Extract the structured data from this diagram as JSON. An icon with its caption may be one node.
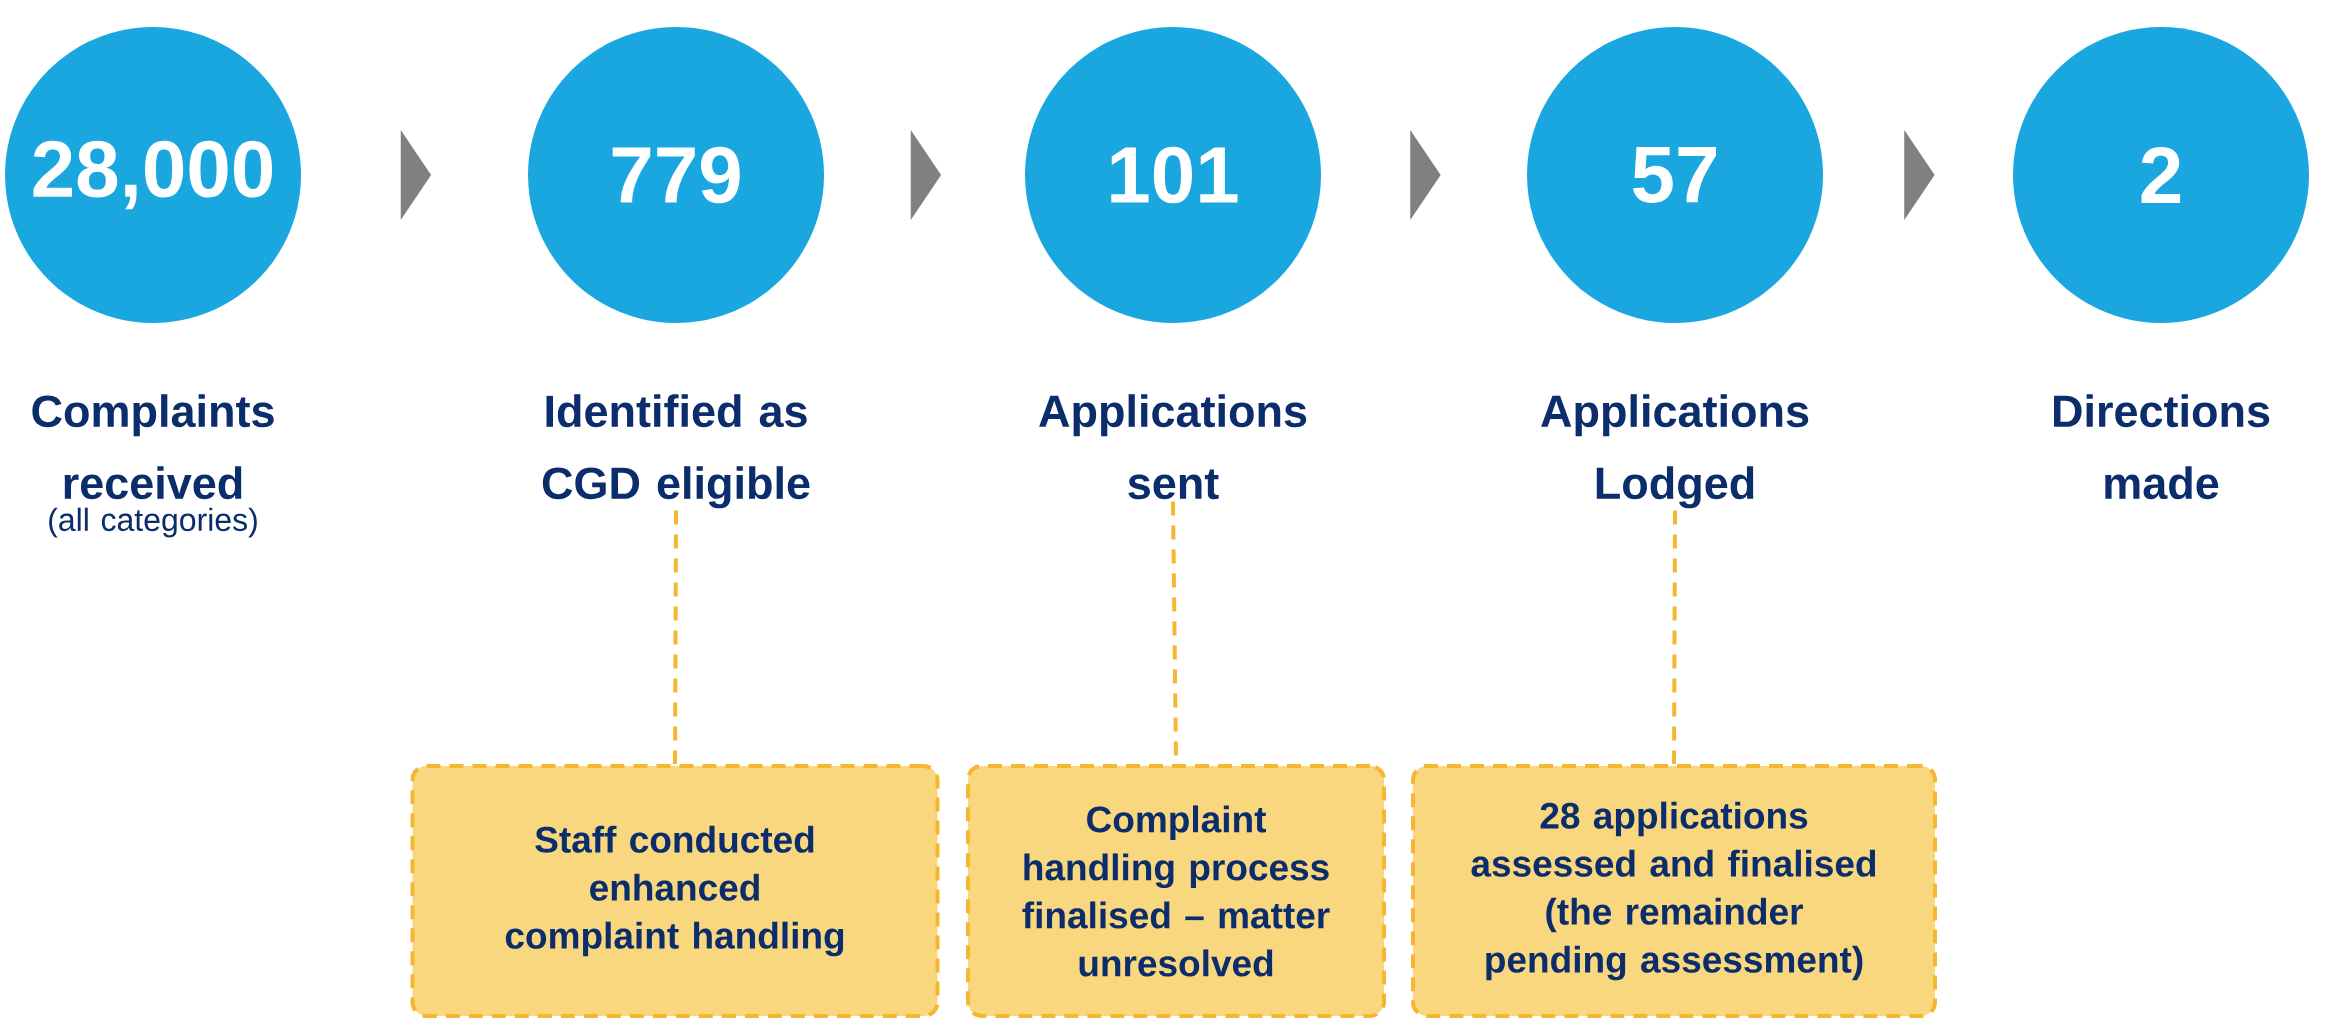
{
  "diagram": {
    "nodes": [
      {
        "text": [
          "28,000",
          "Complaints received",
          "(all categories)"
        ]
      },
      {
        "text": [
          "779",
          "Identified as CGD eligible"
        ]
      },
      {
        "text": [
          "101",
          "Applications sent"
        ]
      },
      {
        "text": [
          "57",
          "Applications Lodged"
        ]
      },
      {
        "text": [
          "2",
          "Directions made"
        ]
      },
      {
        "text": [
          "Staff conducted enhanced complaint handling"
        ]
      },
      {
        "text": [
          "Complaint handling process finalised – matter unresolved"
        ]
      },
      {
        "text": [
          "28 applications assessed and finalised (the remainder pending assessment)"
        ]
      }
    ],
    "edges": [
      {
        "from": 0,
        "to": 1,
        "arrow": "to"
      },
      {
        "from": 1,
        "to": 2,
        "arrow": "to"
      },
      {
        "from": 2,
        "to": 3,
        "arrow": "to"
      },
      {
        "from": 3,
        "to": 4,
        "arrow": "to"
      },
      {
        "from": 1,
        "to": 5,
        "arrow": "none",
        "style": "dashed",
        "color": "#f5b731"
      },
      {
        "from": 2,
        "to": 6,
        "arrow": "none",
        "style": "dashed",
        "color": "#f5b731"
      },
      {
        "from": 3,
        "to": 7,
        "arrow": "none",
        "style": "dashed",
        "color": "#f5b731"
      }
    ]
  }
}
